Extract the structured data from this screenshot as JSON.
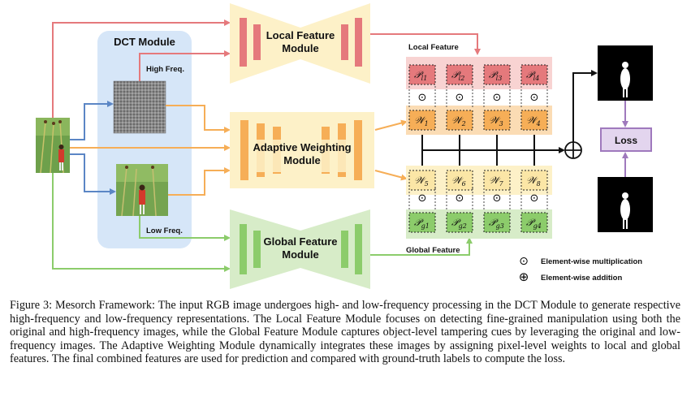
{
  "dct": {
    "title": "DCT Module",
    "high_label": "High Freq.",
    "low_label": "Low Freq."
  },
  "modules": {
    "local": [
      "Local Feature",
      "Module"
    ],
    "adaptive": [
      "Adaptive Weighting",
      "Module"
    ],
    "global": [
      "Global Feature",
      "Module"
    ],
    "loss": "Loss"
  },
  "labels": {
    "local_feature": "Local Feature",
    "global_feature": "Global Feature"
  },
  "grid": {
    "p_local": [
      "l1",
      "l2",
      "l3",
      "l4"
    ],
    "w_top": [
      "1",
      "2",
      "3",
      "4"
    ],
    "w_bottom": [
      "5",
      "6",
      "7",
      "8"
    ],
    "p_global": [
      "g1",
      "g2",
      "g3",
      "g4"
    ],
    "p_symbol": "𝒫",
    "w_symbol": "𝒲",
    "odot": "⊙"
  },
  "legend": {
    "mult_symbol": "⊙",
    "mult_label": "Element-wise multiplication",
    "add_symbol": "⊕",
    "add_label": "Element-wise addition"
  },
  "colors": {
    "red": "#e5797c",
    "red_light": "#f8d3d2",
    "orange": "#f6ae57",
    "orange_light": "#fbdcb4",
    "yellow_bg": "#fdf1c8",
    "green": "#8ccc6b",
    "green_light": "#d7ecc8",
    "dct_bg": "#d6e6f8",
    "blue_arrow": "#5b86c5",
    "loss_bg": "#e3d5ee",
    "loss_border": "#9f79bd"
  },
  "caption": "Figure 3: Mesorch Framework: The input RGB image undergoes high- and low-frequency processing in the DCT Module to generate respective high-frequency and low-frequency representations. The Local Feature Module focuses on detecting fine-grained manipulation using both the original and high-frequency images, while the Global Feature Module captures object-level tampering cues by leveraging the original and low-frequency images. The Adaptive Weighting Module dynamically integrates these images by assigning pixel-level weights to local and global features. The final combined features are used for prediction and compared with ground-truth labels to compute the loss."
}
